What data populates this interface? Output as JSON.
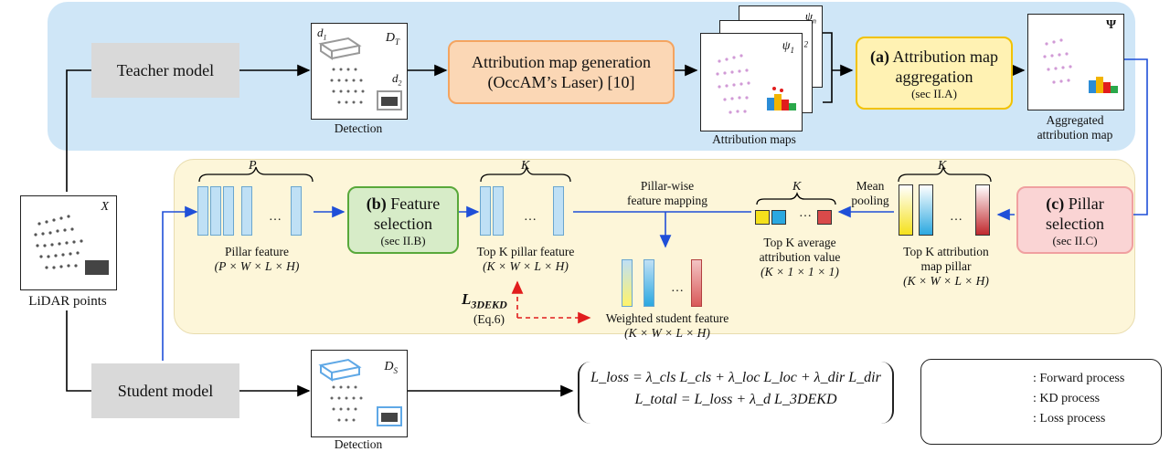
{
  "teacher_label": "Teacher model",
  "student_label": "Student model",
  "lidar_caption": "LiDAR points",
  "lidar_symbol": "X",
  "detection_teacher": {
    "caption": "Detection",
    "symbol": "D",
    "sub": "T",
    "d1": "d",
    "d1sub": "1",
    "d2": "d",
    "d2sub": "2"
  },
  "detection_student": {
    "caption": "Detection",
    "symbol": "D",
    "sub": "S"
  },
  "attr_gen": {
    "line1": "Attribution map generation",
    "line2": "(OccAM’s Laser) [10]"
  },
  "attr_maps": {
    "caption": "Attribution maps",
    "psi1": "ψ",
    "psi1sub": "1",
    "psi2sub": "2",
    "psin": "ψ",
    "psinsub": "n"
  },
  "attr_agg": {
    "tag": "(a)",
    "line1": " Attribution map",
    "line2": "aggregation",
    "sec": "(sec II.A)"
  },
  "agg_map": {
    "symbol": "Ψ",
    "caption1": "Aggregated",
    "caption2": "attribution map"
  },
  "pillar_sel": {
    "tag": "(c)",
    "line1": " Pillar",
    "line2": "selection",
    "sec": "(sec II.C)"
  },
  "feat_sel": {
    "tag": "(b)",
    "line1": " Feature",
    "line2": "selection",
    "sec": "(sec II.B)"
  },
  "pillar_feature": {
    "brace": "P",
    "dots": "…",
    "caption": "Pillar feature",
    "dims": "(P × W × L × H)"
  },
  "topk_feature": {
    "brace": "K",
    "dots": "…",
    "caption": "Top K pillar feature",
    "dims": "(K × W × L × H)"
  },
  "mapping": {
    "line1": "Pillar-wise",
    "line2": "feature mapping"
  },
  "weighted": {
    "dots": "…",
    "caption": "Weighted student feature",
    "dims": "(K × W × L × H)"
  },
  "avg_value": {
    "brace": "K",
    "dots": "…",
    "line1": "Top K average",
    "line2": "attribution value",
    "dims": "(K × 1 × 1 × 1)"
  },
  "mean_pool": {
    "line1": "Mean",
    "line2": "pooling"
  },
  "attr_pillar": {
    "brace": "K",
    "dots": "…",
    "line1": "Top K attribution",
    "line2": "map pillar",
    "dims": "(K × W × L × H)"
  },
  "loss_3dekd": {
    "label": "L",
    "sub": "3DEKD",
    "eq": "(Eq.6)"
  },
  "equations": {
    "line1": "L_loss = λ_cls L_cls + λ_loc L_loc + λ_dir L_dir",
    "line2": "L_total = L_loss + λ_d L_3DEKD"
  },
  "legend": [
    {
      "label": ": Forward process",
      "color": "#000000",
      "style": "solid"
    },
    {
      "label": ": KD process",
      "color": "#1f4fd8",
      "style": "solid"
    },
    {
      "label": ": Loss process",
      "color": "#e11d1d",
      "style": "dashed"
    }
  ],
  "colors": {
    "kd": "#1f4fd8",
    "loss": "#e11d1d",
    "feature": "#bfe0f5",
    "gen_box": "#fbd7b5",
    "agg_box": "#fff2b3",
    "pillar_box": "#fad4d4",
    "feat_box": "#d7ecc8"
  }
}
